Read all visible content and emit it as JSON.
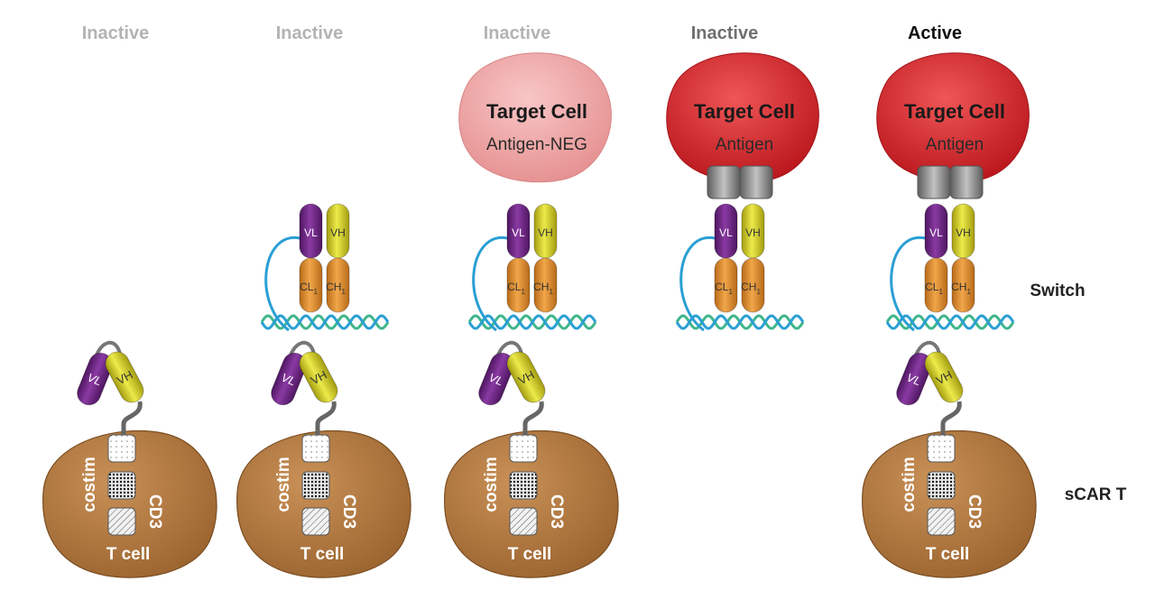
{
  "columns": [
    {
      "status": "Inactive",
      "status_color": "#b3b3b3",
      "show_target": false,
      "show_switch": false,
      "show_tcell": true
    },
    {
      "status": "Inactive",
      "status_color": "#b3b3b3",
      "show_target": false,
      "show_switch": true,
      "show_tcell": true
    },
    {
      "status": "Inactive",
      "status_color": "#b3b3b3",
      "show_target": true,
      "target_pale": true,
      "show_antigen": false,
      "show_switch": true,
      "show_tcell": true,
      "target_title": "Target Cell",
      "target_sub": "Antigen-NEG"
    },
    {
      "status": "Inactive",
      "status_color": "#707070",
      "show_target": true,
      "target_pale": false,
      "show_antigen": true,
      "show_switch": true,
      "show_tcell": false,
      "target_title": "Target Cell",
      "target_sub": "Antigen"
    },
    {
      "status": "Active",
      "status_color": "#111111",
      "show_target": true,
      "target_pale": false,
      "show_antigen": true,
      "show_switch": true,
      "show_tcell": true,
      "target_title": "Target Cell",
      "target_sub": "Antigen"
    }
  ],
  "labels": {
    "vl": "VL",
    "vh": "VH",
    "cl": "CL",
    "ch": "CH",
    "subscript": "1",
    "costim": "costim",
    "cd3": "CD3",
    "tcell": "T cell",
    "switch_row": "Switch",
    "scar_row": "sCAR T"
  },
  "colors": {
    "vl": "#6a2480",
    "vh": "#c9c21e",
    "constant": "#d9892a",
    "tcell": "#b47a3c",
    "target_active": "#d9282e",
    "target_pale": "#efa7a7",
    "antigen": "#8a8a8a",
    "helix_a": "#2a9fd4",
    "helix_b": "#3fb68a"
  }
}
